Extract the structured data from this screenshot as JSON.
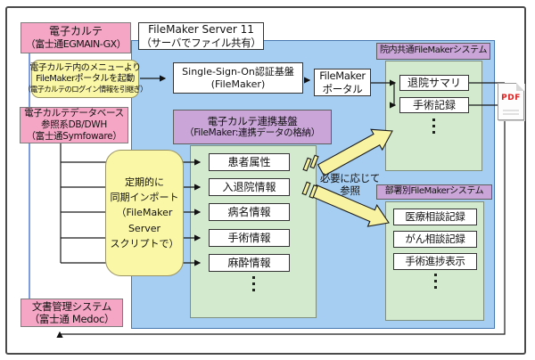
{
  "colors": {
    "panel_blue": "#A6CEF2",
    "panel_green": "#D3EACF",
    "box_pink": "#F4A6C4",
    "label_purple": "#C9A5D8",
    "callout_yellow": "#FAF7A6",
    "arrow_yellow": "#F7F3A3",
    "pdf_red": "#E02020",
    "link_blue": "#5B86D8"
  },
  "emr": {
    "line1": "電子カルテ",
    "line2": "（富士通EGMAIN-GX）"
  },
  "fm_server": {
    "line1": "FileMaker Server 11",
    "line2": "（サーバでファイル共有）"
  },
  "menu_callout": {
    "line1": "電子カルテ内のメニューより",
    "line2": "FileMakerポータルを起動",
    "line3": "（電子カルテのログイン情報を引継ぎ）"
  },
  "emr_db": {
    "line1": "電子カルテデータベース",
    "line2": "参照系DB/DWH",
    "line3": "（富士通Symfoware）"
  },
  "sync": {
    "line1": "定期的に",
    "line2": "同期インポート",
    "line3": "（FileMaker",
    "line4": "Server",
    "line5": "スクリプトで）"
  },
  "doc_mgmt": {
    "line1": "文書管理システム",
    "line2": "（富士通 Medoc）"
  },
  "sso": {
    "line1": "Single-Sign-On認証基盤",
    "line2": "(FileMaker)"
  },
  "portal": {
    "line1": "FileMaker",
    "line2": "ポータル"
  },
  "hub": {
    "header1": "電子カルテ連携基盤",
    "header2": "（FileMaker:連携データの格納）",
    "items": [
      "患者属性",
      "入退院情報",
      "病名情報",
      "手術情報",
      "麻酔情報"
    ]
  },
  "common": {
    "label": "院内共通FileMakerシステム",
    "items": [
      "退院サマリ",
      "手術記録"
    ]
  },
  "dept": {
    "label": "部署別FileMakerシステム",
    "items": [
      "医療相談記録",
      "がん相談記録",
      "手術進捗表示"
    ]
  },
  "refer": {
    "line1": "必要に応じて",
    "line2": "参照"
  },
  "pdf": {
    "label": "PDF"
  }
}
